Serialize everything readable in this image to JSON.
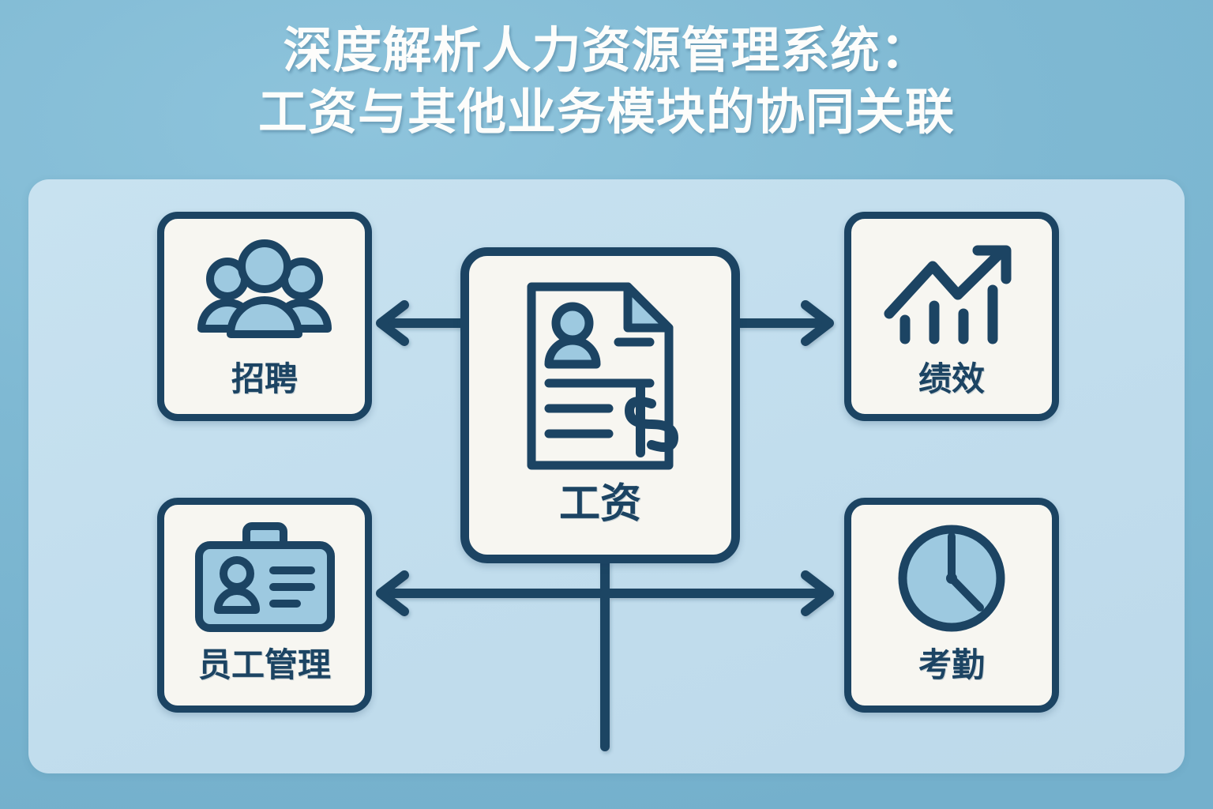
{
  "title": {
    "line1": "深度解析人力资源管理系统：",
    "line2": "工资与其他业务模块的协同关联"
  },
  "colors": {
    "background": "#7fb9d3",
    "panel": "#c2dfec",
    "card_fill": "#f7f6f1",
    "stroke": "#1c4463",
    "icon_fill": "#9dc9e0",
    "title_text": "#fdfdfb"
  },
  "diagram": {
    "type": "hub-and-spoke",
    "center": {
      "label": "工资",
      "icon": "payslip-document-icon"
    },
    "nodes": [
      {
        "id": "recruit",
        "label": "招聘",
        "icon": "people-group-icon",
        "position": "top-left"
      },
      {
        "id": "perf",
        "label": "绩效",
        "icon": "growth-chart-icon",
        "position": "top-right"
      },
      {
        "id": "employee",
        "label": "员工管理",
        "icon": "id-badge-icon",
        "position": "bottom-left"
      },
      {
        "id": "attend",
        "label": "考勤",
        "icon": "clock-icon",
        "position": "bottom-right"
      }
    ],
    "connectors": [
      {
        "from": "center",
        "to": "recruit",
        "direction": "left",
        "arrowhead": "end"
      },
      {
        "from": "center",
        "to": "perf",
        "direction": "right",
        "arrowhead": "end"
      },
      {
        "from": "center",
        "to": "employee",
        "direction": "left",
        "arrowhead": "end"
      },
      {
        "from": "center",
        "to": "attend",
        "direction": "right",
        "arrowhead": "end"
      }
    ]
  }
}
